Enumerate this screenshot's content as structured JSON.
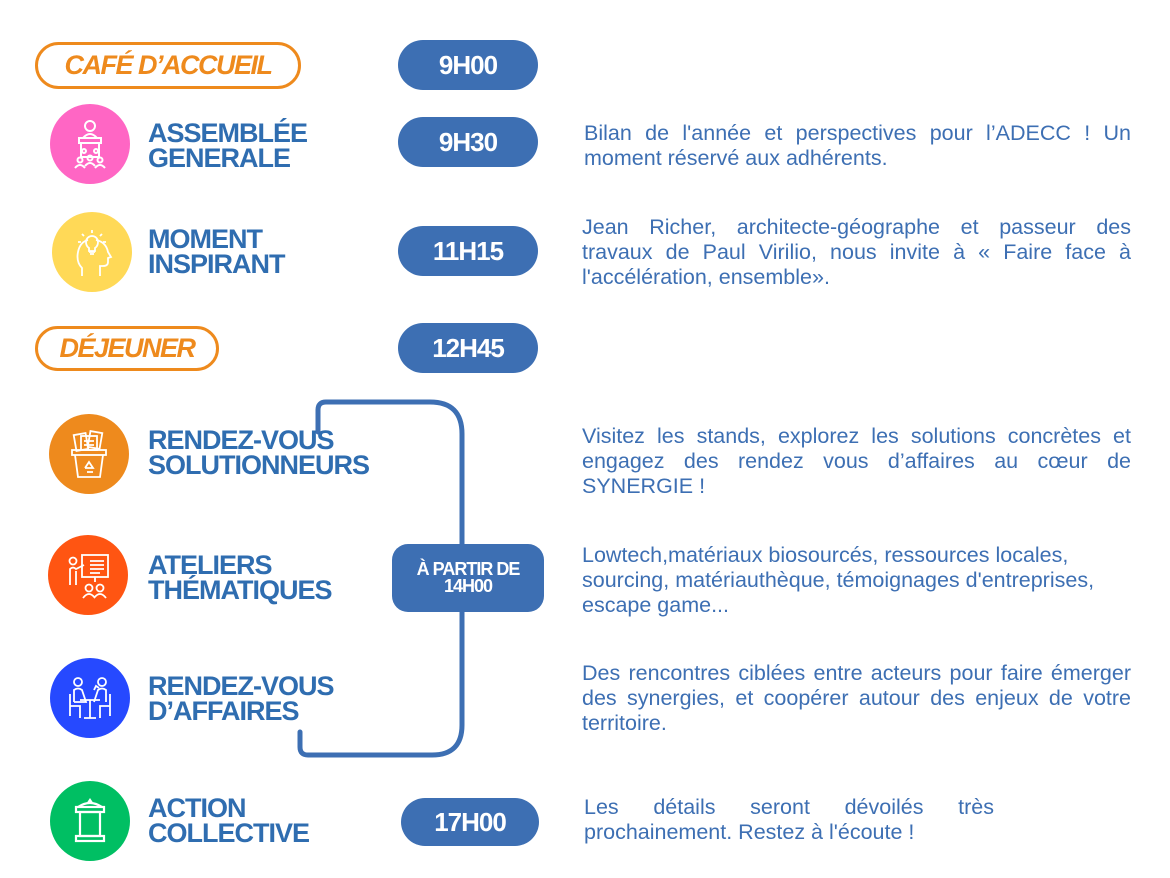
{
  "colors": {
    "accent_orange": "#ee8a1d",
    "primary_blue": "#3d6fb3",
    "title_blue": "#2f6db0",
    "pink": "#ff66c4",
    "yellow": "#ffd957",
    "orange": "#ee8a1d",
    "red_orange": "#ff5512",
    "blue": "#2649ff",
    "green": "#00bf63"
  },
  "schedule": [
    {
      "type": "break",
      "label": "CAFÉ D’ACCUEIL",
      "time": "9H00"
    },
    {
      "type": "session",
      "icon": "conference-speaker-icon",
      "title_lines": [
        "ASSEMBLÉE",
        "GENERALE"
      ],
      "time": "9H30",
      "description": "Bilan de l'année et perspectives pour l’ADECC ! Un moment réservé aux adhérents."
    },
    {
      "type": "session",
      "icon": "lightbulb-head-icon",
      "title_lines": [
        "MOMENT",
        "INSPIRANT"
      ],
      "time": "11H15",
      "description": "Jean Richer, architecte-géographe et passeur des travaux de Paul Virilio, nous invite à « Faire face à l'accélération, ensemble»."
    },
    {
      "type": "break",
      "label": "DÉJEUNER",
      "time": "12H45"
    },
    {
      "type": "session",
      "icon": "recycling-bin-icon",
      "title_lines": [
        "RENDEZ-VOUS",
        "SOLUTIONNEURS"
      ],
      "description": "Visitez les stands, explorez les solutions concrètes et engagez des rendez vous d’affaires au cœur de SYNERGIE !"
    },
    {
      "type": "session",
      "icon": "workshop-presentation-icon",
      "title_lines": [
        "ATELIERS",
        "THÉMATIQUES"
      ],
      "description": "Lowtech,matériaux biosourcés, ressources locales, sourcing, matériauthèque, témoignages d'entreprises, escape game..."
    },
    {
      "type": "session",
      "icon": "business-meeting-icon",
      "title_lines": [
        "RENDEZ-VOUS",
        "D’AFFAIRES"
      ],
      "description": "Des rencontres ciblées entre acteurs pour faire émerger des synergies, et coopérer autour des enjeux de votre territoire."
    },
    {
      "type": "session",
      "icon": "banner-scroll-icon",
      "title_lines": [
        "ACTION",
        "COLLECTIVE"
      ],
      "time": "17H00",
      "description": "Les détails seront dévoilés très prochainement. Restez à l'écoute !"
    }
  ],
  "afternoon_group": {
    "time_line1": "À PARTIR DE",
    "time_line2": "14H00"
  }
}
